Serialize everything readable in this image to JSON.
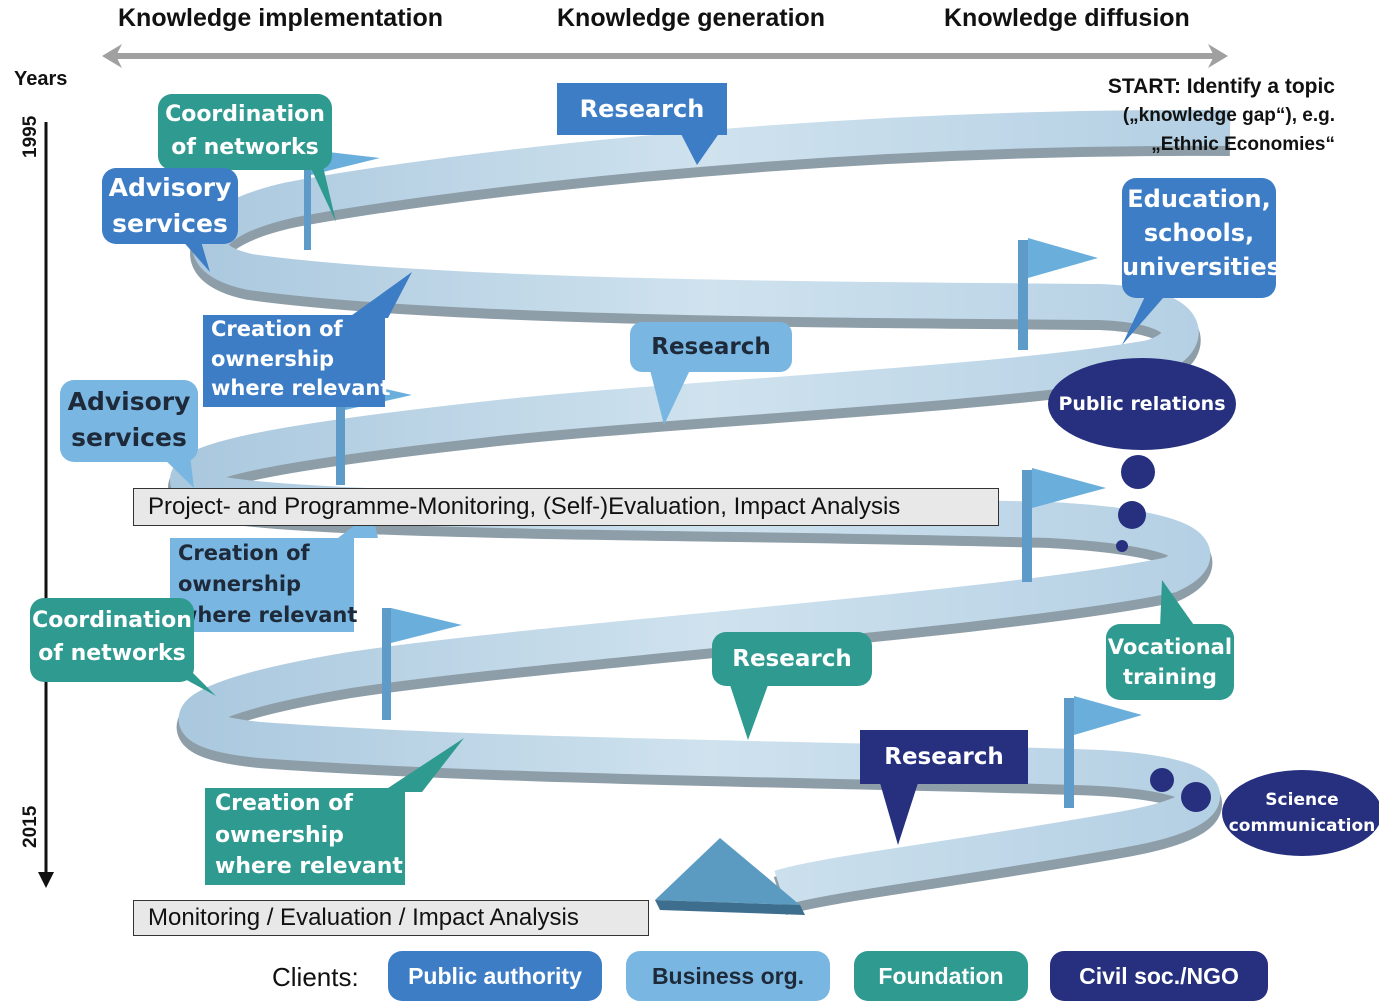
{
  "header": {
    "phase_implementation": "Knowledge implementation",
    "phase_generation": "Knowledge generation",
    "phase_diffusion": "Knowledge diffusion"
  },
  "timeline": {
    "label": "Years",
    "start_year": "1995",
    "end_year": "2015"
  },
  "start_note": {
    "line1": "START:  Identify a topic",
    "line2": "(„knowledge gap“),  e.g.",
    "line3": "„Ethnic Economies“"
  },
  "bubbles": {
    "research_1": "Research",
    "coordination_1": [
      "Coordination",
      "of networks"
    ],
    "advisory_1": [
      "Advisory",
      "services"
    ],
    "education": [
      "Education,",
      "schools,",
      "universities"
    ],
    "creation_1": [
      "Creation of",
      "ownership",
      "where relevant"
    ],
    "research_2": "Research",
    "advisory_2": [
      "Advisory",
      "services"
    ],
    "public_relations": "Public relations",
    "creation_2": [
      "Creation of",
      "ownership",
      "where relevant"
    ],
    "coordination_2": [
      "Coordination",
      "of networks"
    ],
    "research_3": "Research",
    "vocational": [
      "Vocational",
      "training"
    ],
    "research_4": "Research",
    "science_communication": [
      "Science",
      "communication"
    ],
    "creation_3": [
      "Creation of",
      "ownership",
      "where relevant"
    ]
  },
  "monitoring": {
    "box_1": "Project- and Programme-Monitoring, (Self-)Evaluation, Impact Analysis",
    "box_2": "Monitoring / Evaluation / Impact Analysis"
  },
  "clients": {
    "label": "Clients:",
    "items": [
      {
        "label": "Public authority",
        "color": "#3d7dc6"
      },
      {
        "label": "Business org.",
        "color": "#79b7e2"
      },
      {
        "label": "Foundation",
        "color": "#2f9a90"
      },
      {
        "label": "Civil soc./NGO",
        "color": "#26307e"
      }
    ]
  },
  "colors": {
    "public_authority": "#3d7dc6",
    "business": "#79b7e2",
    "foundation": "#2f9a90",
    "civil_society": "#26307e",
    "road_light": "#c4dbea",
    "road_shadow": "#8e9ea8"
  }
}
